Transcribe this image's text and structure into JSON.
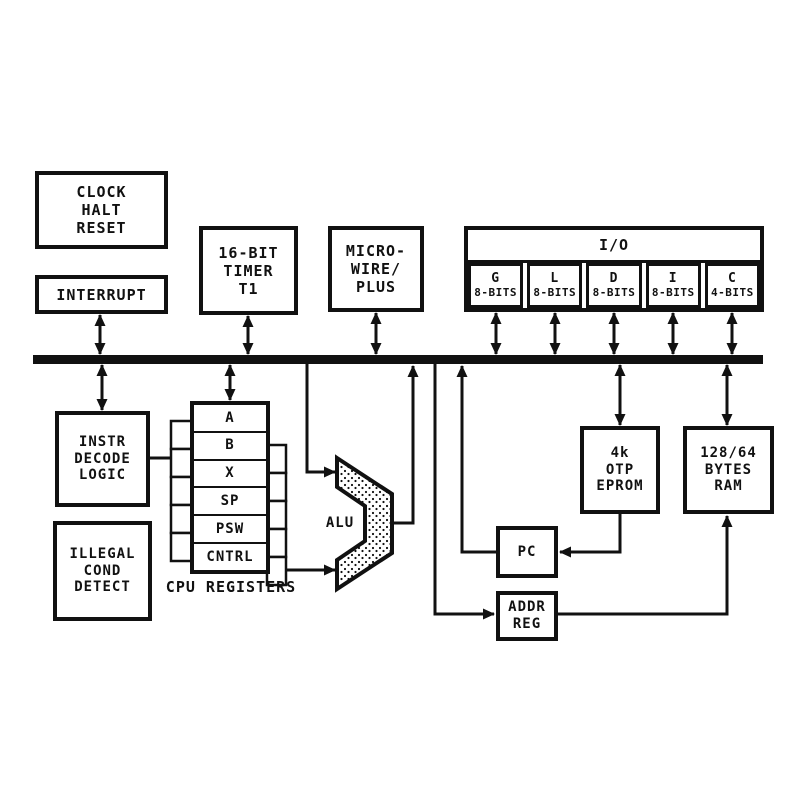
{
  "boxes": {
    "clock": {
      "lines": [
        "CLOCK",
        "HALT",
        "RESET"
      ]
    },
    "interrupt": {
      "label": "INTERRUPT"
    },
    "timer": {
      "lines": [
        "16-BIT",
        "TIMER",
        "T1"
      ]
    },
    "microwire": {
      "lines": [
        "MICRO-",
        "WIRE/",
        "PLUS"
      ]
    },
    "instr_decode": {
      "lines": [
        "INSTR",
        "DECODE",
        "LOGIC"
      ]
    },
    "illegal_cond": {
      "lines": [
        "ILLEGAL",
        "COND",
        "DETECT"
      ]
    },
    "eprom": {
      "lines": [
        "4k",
        "OTP",
        "EPROM"
      ]
    },
    "ram": {
      "lines": [
        "128/64",
        "BYTES",
        "RAM"
      ]
    },
    "pc": {
      "label": "PC"
    },
    "addr_reg": {
      "lines": [
        "ADDR",
        "REG"
      ]
    }
  },
  "io": {
    "header": "I/O",
    "ports": [
      {
        "name": "G",
        "bits": "8-BITS"
      },
      {
        "name": "L",
        "bits": "8-BITS"
      },
      {
        "name": "D",
        "bits": "8-BITS"
      },
      {
        "name": "I",
        "bits": "8-BITS"
      },
      {
        "name": "C",
        "bits": "4-BITS"
      }
    ]
  },
  "registers": {
    "items": [
      "A",
      "B",
      "X",
      "SP",
      "PSW",
      "CNTRL"
    ],
    "caption": "CPU REGISTERS"
  },
  "alu": {
    "label": "ALU"
  },
  "colors": {
    "line": "#111111",
    "background": "#ffffff"
  }
}
